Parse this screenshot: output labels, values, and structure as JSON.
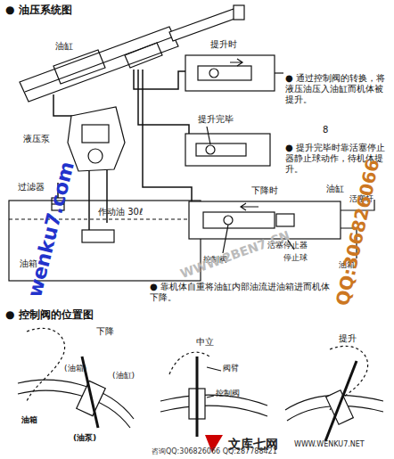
{
  "diagram": {
    "title": "● 油压系统图",
    "labels": [
      "油缸",
      "提升时",
      "● 通过控制阀的转换，将液压油压入油缸而机体被提升。",
      "8",
      "提升完毕",
      "● 提升完毕时靠活塞停止器静止球动作，待机体提升。",
      "液压泵",
      "过滤器",
      "作动油 30ℓ",
      "油箱",
      "下降时",
      "油缸",
      "活塞杆",
      "活塞停止器",
      "控制阀",
      "停止球",
      "油箱",
      "● 靠机体自重将油缸内部油流进油箱进而机体下降。",
      "● 控制阀的位置图",
      "下降",
      "中立",
      "提升",
      "(油箱)",
      "(油缸)",
      "油箱",
      "(油泵)",
      "阀臂",
      "控制阀",
      "wenku7.com",
      "QQ:306826066",
      "WWW.2BEN7.CN",
      "文库七网",
      "WWW.WENKU7.NET",
      "咨询QQ:306826066 QQ:287788421"
    ]
  }
}
